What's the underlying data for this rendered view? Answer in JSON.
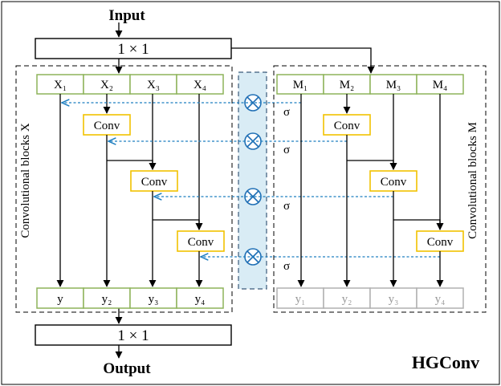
{
  "input_label": "Input",
  "output_label": "Output",
  "top_conv": "1 × 1",
  "bottom_conv": "1 × 1",
  "title": "HGConv",
  "left_block": {
    "label": "Convolutional blocks X",
    "inputs": [
      "X₁",
      "X₂",
      "X₃",
      "X₄"
    ],
    "outputs": [
      "y",
      "y₂",
      "y₃",
      "y₄"
    ],
    "conv_labels": [
      "Conv",
      "Conv",
      "Conv"
    ]
  },
  "right_block": {
    "label": "Convolutional blocks M",
    "inputs": [
      "M₁",
      "M₂",
      "M₃",
      "M₄"
    ],
    "outputs": [
      "y₁",
      "y₂",
      "y₃",
      "y₄"
    ],
    "conv_labels": [
      "Conv",
      "Conv",
      "Conv"
    ]
  },
  "multiply_symbol": "⊗",
  "sigma_labels": [
    "σ",
    "σ",
    "σ",
    "σ"
  ],
  "colors": {
    "green_border": "#8db35a",
    "conv_border": "#f2c200",
    "blue_arrow": "#1f7fc0",
    "middle_fill": "#d9ecf5",
    "middle_border": "#3a5a7a",
    "circle": "#1f6fb5",
    "grey_text": "#9a9a9a"
  }
}
